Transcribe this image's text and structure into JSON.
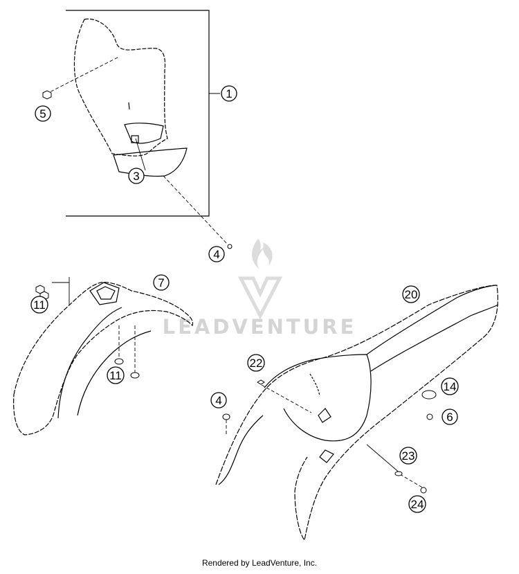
{
  "watermark": {
    "text": "LEADVENTURE"
  },
  "footer": {
    "text": "Rendered by LeadVenture, Inc."
  },
  "callouts": [
    {
      "id": "c1",
      "label": "1"
    },
    {
      "id": "c5",
      "label": "5"
    },
    {
      "id": "c3",
      "label": "3"
    },
    {
      "id": "c4a",
      "label": "4"
    },
    {
      "id": "c7",
      "label": "7"
    },
    {
      "id": "c11a",
      "label": "11"
    },
    {
      "id": "c11b",
      "label": "11"
    },
    {
      "id": "c20",
      "label": "20"
    },
    {
      "id": "c22",
      "label": "22"
    },
    {
      "id": "c4b",
      "label": "4"
    },
    {
      "id": "c14",
      "label": "14"
    },
    {
      "id": "c6",
      "label": "6"
    },
    {
      "id": "c23",
      "label": "23"
    },
    {
      "id": "c24",
      "label": "24"
    }
  ]
}
